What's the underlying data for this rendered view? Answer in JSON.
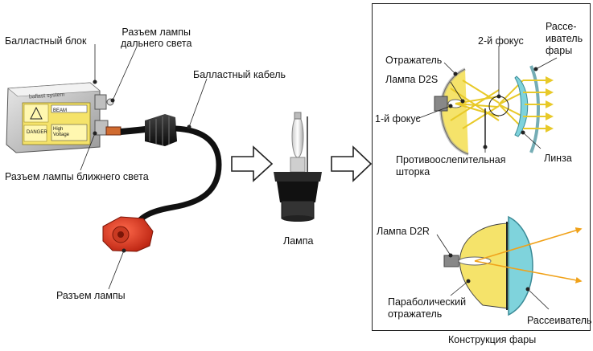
{
  "labels": {
    "ballast_block": "Балластный блок",
    "high_beam_connector": "Разъем лампы\nдальнего света",
    "ballast_cable": "Балластный кабель",
    "low_beam_connector": "Разъем лампы ближнего света",
    "lamp_connector": "Разъем лампы",
    "lamp": "Лампа",
    "reflector": "Отражатель",
    "lamp_d2s": "Лампа D2S",
    "second_focus": "2-й фокус",
    "diffuser_top": "Рассе-\nиватель\nфары",
    "first_focus": "1-й фокус",
    "anti_glare_shield": "Противоослепительная\nшторка",
    "lens": "Линза",
    "lamp_d2r": "Лампа D2R",
    "parabolic_reflector": "Параболический\nотражатель",
    "diffuser_bottom": "Рассеиватель",
    "headlight_construction": "Конструкция фары"
  },
  "ballast_box_text": {
    "brand": "ballast system",
    "badge": "BEAM",
    "danger": "DANGER",
    "high_voltage": "High\nVoltage"
  },
  "colors": {
    "yellow": "#f5e36a",
    "beam": "#e8c928",
    "lens_blue": "#7fd3dc",
    "connector_red": "#d9341f",
    "arrow_fill": "#ffffff"
  }
}
